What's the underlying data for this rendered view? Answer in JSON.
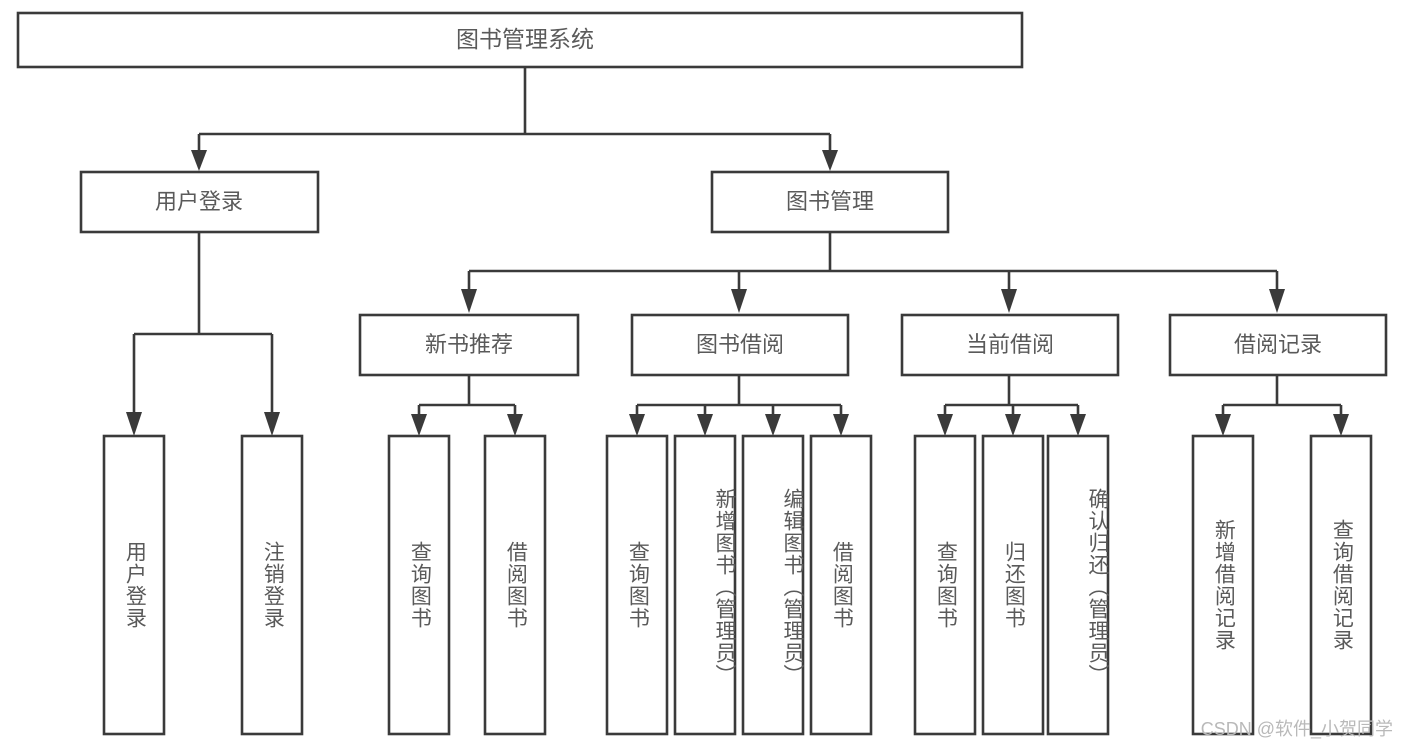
{
  "diagram": {
    "title": "图书管理系统",
    "watermark": "CSDN @软件_小贺同学",
    "colors": {
      "stroke": "#3a3a3a",
      "text": "#5a5a5a",
      "box_fill": "#ffffff",
      "background": "#ffffff",
      "watermark": "#b9b9b9"
    },
    "root": {
      "label": "图书管理系统"
    },
    "level2": [
      {
        "label": "用户登录"
      },
      {
        "label": "图书管理"
      }
    ],
    "level3": [
      {
        "label": "新书推荐"
      },
      {
        "label": "图书借阅"
      },
      {
        "label": "当前借阅"
      },
      {
        "label": "借阅记录"
      }
    ],
    "leaves": {
      "user_login": [
        {
          "label": "用户登录"
        },
        {
          "label": "注销登录"
        }
      ],
      "new_book": [
        {
          "label": "查询图书"
        },
        {
          "label": "借阅图书"
        }
      ],
      "book_borrow": [
        {
          "label": "查询图书"
        },
        {
          "label": "新增图书（管理员）"
        },
        {
          "label": "编辑图书（管理员）"
        },
        {
          "label": "借阅图书"
        }
      ],
      "current_borrow": [
        {
          "label": "查询图书"
        },
        {
          "label": "归还图书"
        },
        {
          "label": "确认归还（管理员）"
        }
      ],
      "borrow_record": [
        {
          "label": "新增借阅记录"
        },
        {
          "label": "查询借阅记录"
        }
      ]
    }
  },
  "chart_data": {
    "type": "diagram",
    "title": "图书管理系统",
    "structure": "tree",
    "nodes": [
      {
        "id": "root",
        "label": "图书管理系统",
        "level": 1,
        "parent": null
      },
      {
        "id": "n-user-login",
        "label": "用户登录",
        "level": 2,
        "parent": "root"
      },
      {
        "id": "n-book-mgmt",
        "label": "图书管理",
        "level": 2,
        "parent": "root"
      },
      {
        "id": "n-login",
        "label": "用户登录",
        "level": 3,
        "parent": "n-user-login"
      },
      {
        "id": "n-logout",
        "label": "注销登录",
        "level": 3,
        "parent": "n-user-login"
      },
      {
        "id": "n-new-book",
        "label": "新书推荐",
        "level": 3,
        "parent": "n-book-mgmt"
      },
      {
        "id": "n-book-borrow",
        "label": "图书借阅",
        "level": 3,
        "parent": "n-book-mgmt"
      },
      {
        "id": "n-current-borrow",
        "label": "当前借阅",
        "level": 3,
        "parent": "n-book-mgmt"
      },
      {
        "id": "n-borrow-record",
        "label": "借阅记录",
        "level": 3,
        "parent": "n-book-mgmt"
      },
      {
        "id": "n-nb-query",
        "label": "查询图书",
        "level": 4,
        "parent": "n-new-book"
      },
      {
        "id": "n-nb-borrow",
        "label": "借阅图书",
        "level": 4,
        "parent": "n-new-book"
      },
      {
        "id": "n-bb-query",
        "label": "查询图书",
        "level": 4,
        "parent": "n-book-borrow"
      },
      {
        "id": "n-bb-add",
        "label": "新增图书（管理员）",
        "level": 4,
        "parent": "n-book-borrow"
      },
      {
        "id": "n-bb-edit",
        "label": "编辑图书（管理员）",
        "level": 4,
        "parent": "n-book-borrow"
      },
      {
        "id": "n-bb-borrow",
        "label": "借阅图书",
        "level": 4,
        "parent": "n-book-borrow"
      },
      {
        "id": "n-cb-query",
        "label": "查询图书",
        "level": 4,
        "parent": "n-current-borrow"
      },
      {
        "id": "n-cb-return",
        "label": "归还图书",
        "level": 4,
        "parent": "n-current-borrow"
      },
      {
        "id": "n-cb-confirm",
        "label": "确认归还（管理员）",
        "level": 4,
        "parent": "n-current-borrow"
      },
      {
        "id": "n-br-add",
        "label": "新增借阅记录",
        "level": 4,
        "parent": "n-borrow-record"
      },
      {
        "id": "n-br-query",
        "label": "查询借阅记录",
        "level": 4,
        "parent": "n-borrow-record"
      }
    ]
  }
}
